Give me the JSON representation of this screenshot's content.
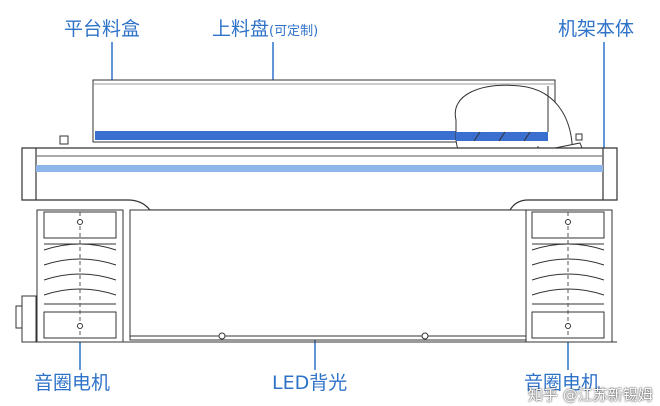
{
  "labels": {
    "platform_box": "平台料盒",
    "upper_tray": "上料盘",
    "upper_tray_note": "(可定制)",
    "frame_body": "机架本体",
    "voice_coil_left": "音圈电机",
    "led_backlight": "LED背光",
    "voice_coil_right": "音圈电机"
  },
  "watermark": "知乎 @江苏新锡姆",
  "colors": {
    "accent": "#2f73c9",
    "tray_blue": "#3a6fd0",
    "backlight_blue": "#8fb6ea",
    "line": "#333333"
  }
}
